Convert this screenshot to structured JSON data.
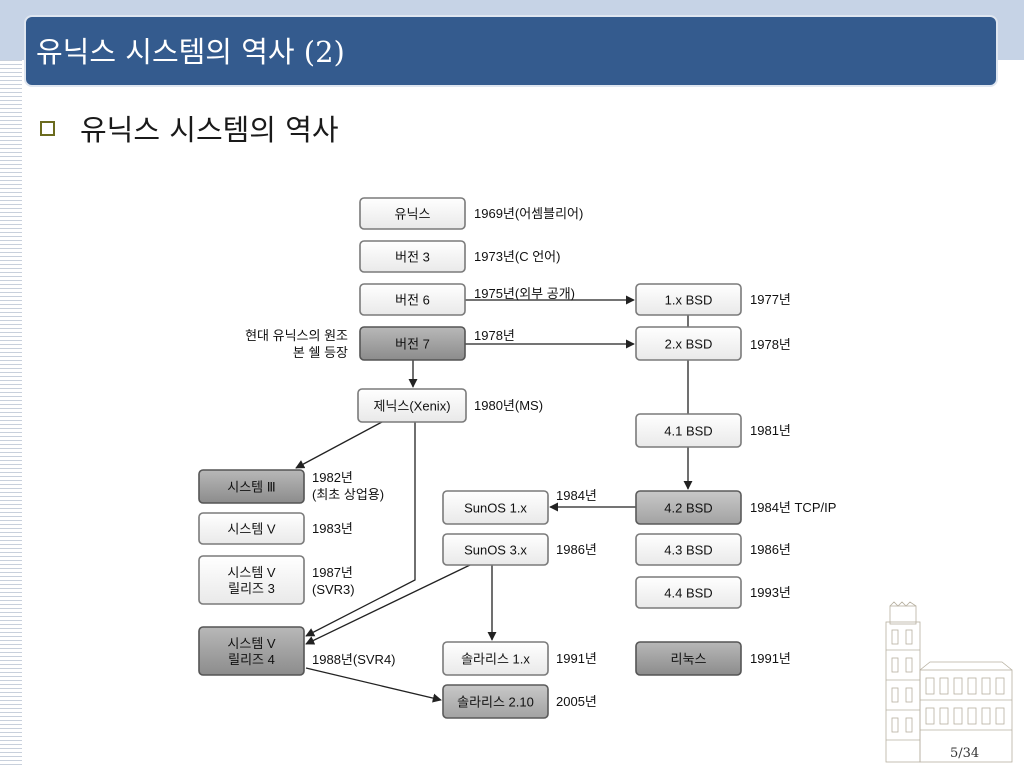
{
  "slide": {
    "title": "유닉스 시스템의 역사 (2)",
    "bullet": "유닉스 시스템의 역사",
    "page_number": "5/34"
  },
  "colors": {
    "title_bar": "#345b8e",
    "box_plain_fill": "#f6f6f6",
    "box_dark_fill": "#9a9a9a",
    "box_mid_fill": "#b4b4b4"
  },
  "diagram": {
    "boxes": [
      {
        "id": "unix",
        "lines": [
          "유닉스"
        ],
        "style": "plain"
      },
      {
        "id": "v3",
        "lines": [
          "버전 3"
        ],
        "style": "plain"
      },
      {
        "id": "v6",
        "lines": [
          "버전 6"
        ],
        "style": "plain"
      },
      {
        "id": "v7",
        "lines": [
          "버전 7"
        ],
        "style": "dark"
      },
      {
        "id": "xenix",
        "lines": [
          "제닉스(Xenix)"
        ],
        "style": "plain"
      },
      {
        "id": "sys3",
        "lines": [
          "시스템 Ⅲ"
        ],
        "style": "dark"
      },
      {
        "id": "sysv",
        "lines": [
          "시스템 V"
        ],
        "style": "plain"
      },
      {
        "id": "svr3",
        "lines": [
          "시스템 V",
          "릴리즈 3"
        ],
        "style": "plain"
      },
      {
        "id": "svr4",
        "lines": [
          "시스템 V",
          "릴리즈 4"
        ],
        "style": "dark"
      },
      {
        "id": "bsd1",
        "lines": [
          "1.x BSD"
        ],
        "style": "plain"
      },
      {
        "id": "bsd2",
        "lines": [
          "2.x BSD"
        ],
        "style": "plain"
      },
      {
        "id": "bsd41",
        "lines": [
          "4.1 BSD"
        ],
        "style": "plain"
      },
      {
        "id": "bsd42",
        "lines": [
          "4.2 BSD"
        ],
        "style": "mid"
      },
      {
        "id": "bsd43",
        "lines": [
          "4.3 BSD"
        ],
        "style": "plain"
      },
      {
        "id": "bsd44",
        "lines": [
          "4.4 BSD"
        ],
        "style": "plain"
      },
      {
        "id": "sunos1",
        "lines": [
          "SunOS 1.x"
        ],
        "style": "plain"
      },
      {
        "id": "sunos3",
        "lines": [
          "SunOS 3.x"
        ],
        "style": "plain"
      },
      {
        "id": "sol1",
        "lines": [
          "솔라리스 1.x"
        ],
        "style": "plain"
      },
      {
        "id": "sol2",
        "lines": [
          "솔라리스 2.10"
        ],
        "style": "mid"
      },
      {
        "id": "linux",
        "lines": [
          "리눅스"
        ],
        "style": "dark"
      }
    ],
    "labels": [
      {
        "for": "unix",
        "lines": [
          "1969년(어셈블리어)"
        ]
      },
      {
        "for": "v3",
        "lines": [
          "1973년(C 언어)"
        ]
      },
      {
        "for": "v6",
        "lines": [
          "1975년(외부 공개)"
        ]
      },
      {
        "for": "v7",
        "lines": [
          "1978년"
        ]
      },
      {
        "for": "v7-left",
        "lines": [
          "현대 유닉스의 원조",
          "본 쉘 등장"
        ]
      },
      {
        "for": "xenix",
        "lines": [
          "1980년(MS)"
        ]
      },
      {
        "for": "sys3",
        "lines": [
          "1982년",
          "(최초 상업용)"
        ]
      },
      {
        "for": "sysv",
        "lines": [
          "1983년"
        ]
      },
      {
        "for": "svr3",
        "lines": [
          "1987년",
          "(SVR3)"
        ]
      },
      {
        "for": "svr4",
        "lines": [
          "1988년(SVR4)"
        ]
      },
      {
        "for": "bsd1",
        "lines": [
          "1977년"
        ]
      },
      {
        "for": "bsd2",
        "lines": [
          "1978년"
        ]
      },
      {
        "for": "bsd41",
        "lines": [
          "1981년"
        ]
      },
      {
        "for": "bsd42",
        "lines": [
          "1984년 TCP/IP"
        ]
      },
      {
        "for": "bsd43",
        "lines": [
          "1986년"
        ]
      },
      {
        "for": "bsd44",
        "lines": [
          "1993년"
        ]
      },
      {
        "for": "sunos1",
        "lines": [
          "1984년"
        ]
      },
      {
        "for": "sunos3",
        "lines": [
          "1986년"
        ]
      },
      {
        "for": "sol1",
        "lines": [
          "1991년"
        ]
      },
      {
        "for": "sol2",
        "lines": [
          "2005년"
        ]
      },
      {
        "for": "linux",
        "lines": [
          "1991년"
        ]
      }
    ]
  }
}
